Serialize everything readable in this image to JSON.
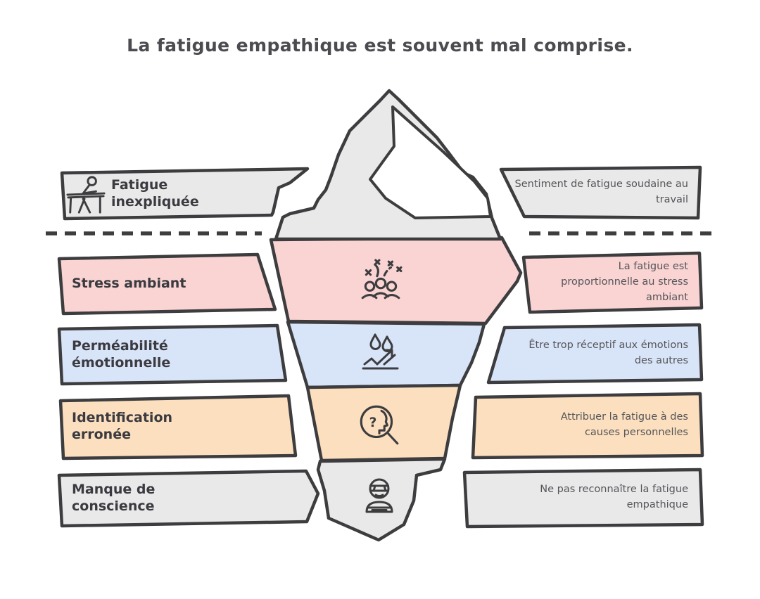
{
  "title": "La fatigue empathique est souvent mal comprise.",
  "waterline": {
    "style": "dashed"
  },
  "rows": [
    {
      "id": "fatigue-inexpliquee",
      "label": "Fatigue inexpliquée",
      "description": "Sentiment de fatigue soudaine au travail",
      "color": "#e9e9e9",
      "icon": "tired-worker-desk-icon",
      "zone": "above-water"
    },
    {
      "id": "stress-ambiant",
      "label": "Stress ambiant",
      "description": "La fatigue est proportionnelle au stress ambiant",
      "color": "#f9d4d2",
      "icon": "crowd-stress-icon",
      "zone": "below-water"
    },
    {
      "id": "permeabilite-emotionnelle",
      "label": "Perméabilité émotionnelle",
      "description": "Être trop réceptif aux émotions des autres",
      "color": "#d8e4f7",
      "icon": "water-repel-icon",
      "zone": "below-water"
    },
    {
      "id": "identification-erronee",
      "label": "Identification erronée",
      "description": "Attribuer la fatigue à des causes personnelles",
      "color": "#fbdfbe",
      "icon": "head-magnifier-icon",
      "zone": "below-water"
    },
    {
      "id": "manque-de-conscience",
      "label": "Manque de conscience",
      "description": "Ne pas reconnaître la fatigue empathique",
      "color": "#e9e9e9",
      "icon": "blindfolded-person-icon",
      "zone": "below-water"
    }
  ],
  "colors": {
    "outline": "#3d3d40",
    "iceberg_facet": "#ffffff",
    "title_text": "#4b4b50",
    "label_text": "#3a3a40",
    "description_text": "#55555a"
  }
}
